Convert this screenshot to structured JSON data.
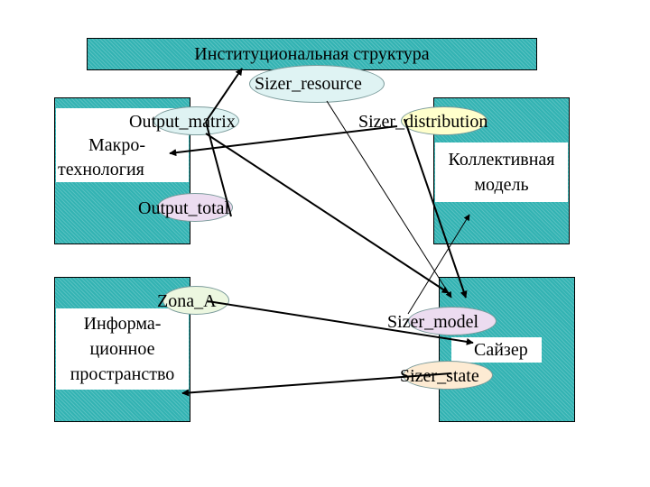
{
  "title_box": {
    "label": "Институциональная структура"
  },
  "macro": {
    "label_line1": "Макро-",
    "label_line2": "технология"
  },
  "collective": {
    "label_line1": "Коллективная",
    "label_line2": "модель"
  },
  "info": {
    "label_line1": "Информа-",
    "label_line2": "ционное",
    "label_line3": "пространство"
  },
  "sizer": {
    "label": "Сайзер"
  },
  "ports": {
    "sizer_resource": "Sizer_resource",
    "output_matrix": "Output_matrix",
    "sizer_distribution": "Sizer_distribution",
    "output_total": "Output_total",
    "zona_a": "Zona_A",
    "sizer_model": "Sizer_model",
    "sizer_state": "Sizer_state"
  },
  "colors": {
    "box_fill": "#33b3b3",
    "ellipse_cyan": "#dff3f3",
    "ellipse_yellow": "#ffffcc",
    "ellipse_lavender": "#ecdcf0",
    "ellipse_green": "#ecf7e0",
    "ellipse_peach": "#fdebd3"
  }
}
